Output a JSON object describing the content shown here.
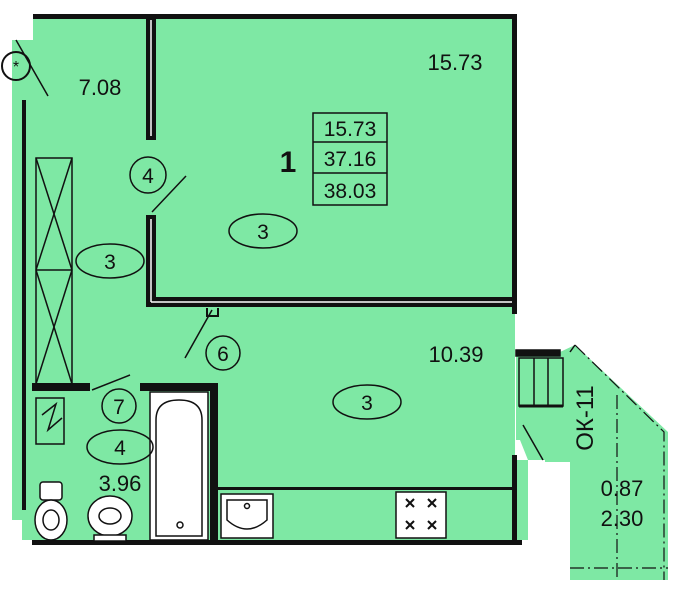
{
  "colors": {
    "floor": "#7ee8a4",
    "wall": "#111111",
    "fixture": "#ffffff"
  },
  "apartment": {
    "number": "1",
    "summary": [
      "15.73",
      "37.16",
      "38.03"
    ]
  },
  "rooms": {
    "hall_area": "7.08",
    "living_area": "15.73",
    "kitchen_area": "10.39",
    "bath_area": "3.96",
    "balcony_area": "0.87",
    "balcony_height": "2.30"
  },
  "markers": {
    "living_door": "4",
    "living_floor": "3",
    "hall_floor": "3",
    "kitchen_door": "6",
    "kitchen_floor": "3",
    "bath_door": "7",
    "bath_floor": "4"
  },
  "window_code": "ОК-11",
  "icons": [
    "fan-icon",
    "toilet-icon",
    "sink-icon",
    "bathtub-icon",
    "kitchen-sink-icon",
    "stove-icon",
    "electrical-panel-icon"
  ]
}
